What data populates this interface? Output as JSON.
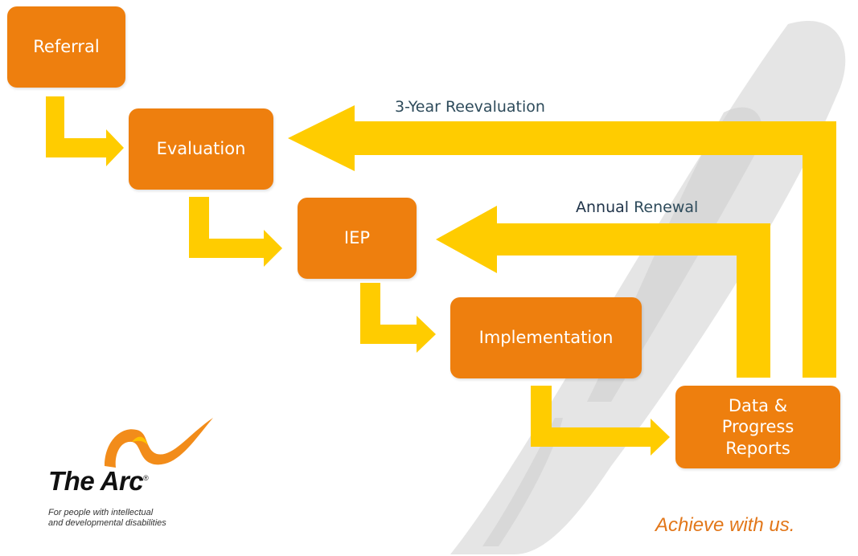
{
  "colors": {
    "box": "#ee7f0e",
    "arrow": "#ffcc00",
    "label": "#2e4b5b",
    "brush": "#d9d9d9",
    "logo_orange": "#f28c1a"
  },
  "steps": [
    {
      "label": "Referral"
    },
    {
      "label": "Evaluation"
    },
    {
      "label": "IEP"
    },
    {
      "label": "Implementation"
    },
    {
      "label": "Data &\nProgress\nReports"
    }
  ],
  "feedback": {
    "reevaluation": "3-Year Reevaluation",
    "annual_prefix": "Annual",
    "annual_suffix": " Renewal"
  },
  "logo": {
    "name": "The Arc",
    "reg": "®",
    "tagline_line1": "For people with intellectual",
    "tagline_line2": "and developmental disabilities"
  },
  "slogan": {
    "text": "Achieve with us",
    "mark": "."
  }
}
